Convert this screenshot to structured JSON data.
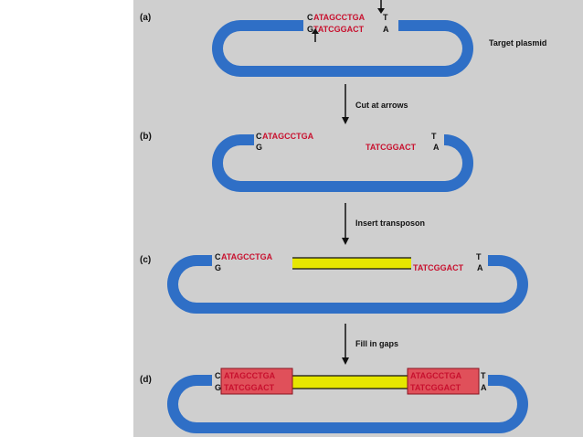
{
  "colors": {
    "plasmid_outer": "#2f6fc6",
    "plasmid_inner": "#cfcfcf",
    "transposon": "#e6e600",
    "sequence_red": "#c8102e",
    "box_red": "#e0505a"
  },
  "panels": [
    {
      "label": "(a)",
      "top_seq": "CATAGCCTGAT",
      "top_first": "C",
      "top_red": "ATAGCCTGA",
      "top_last": "T",
      "bottom_first": "G",
      "bottom_red": "TATCGGACT",
      "bottom_last": "A",
      "caption": "Target plasmid"
    },
    {
      "label": "(b)",
      "left_top_first": "C",
      "left_top_red": "ATAGCCTGA",
      "left_bottom": "G",
      "right_top": "T",
      "right_bottom_red": "TATCGGACT",
      "right_bottom_last": "A"
    },
    {
      "label": "(c)",
      "left_top_first": "C",
      "left_top_red": "ATAGCCTGA",
      "left_bottom": "G",
      "right_top": "T",
      "right_bottom_red": "TATCGGACT",
      "right_bottom_last": "A"
    },
    {
      "label": "(d)",
      "left_top_first": "C",
      "left_top_red": "ATAGCCTGA",
      "left_bottom_first": "G",
      "left_bottom_red": "TATCGGACT",
      "right_top_red": "ATAGCCTGA",
      "right_top_last": "T",
      "right_bottom_red": "TATCGGACT",
      "right_bottom_last": "A"
    }
  ],
  "steps": [
    "Cut at arrows",
    "Insert transposon",
    "Fill in gaps"
  ]
}
